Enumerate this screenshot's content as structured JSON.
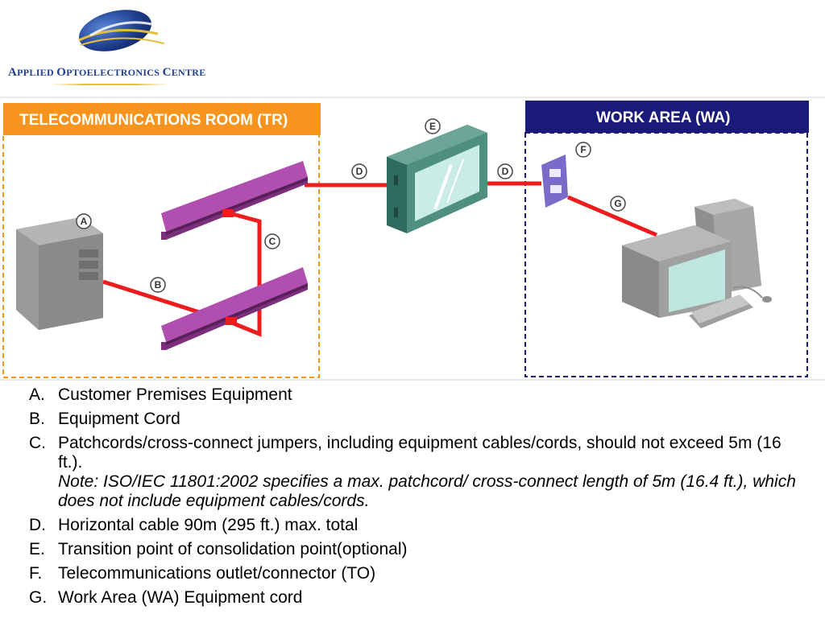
{
  "logo": {
    "name": "Applied Optoelectronics Centre",
    "colors": {
      "navy": "#1f3f8f",
      "gold": "#e6be3c"
    }
  },
  "diagram": {
    "tr_title": "TELECOMMUNICATIONS ROOM (TR)",
    "wa_title": "WORK AREA (WA)",
    "colors": {
      "tr_orange": "#f7941d",
      "wa_navy": "#1a1a7a",
      "cable_red": "#ee1c1c",
      "patch_panel": "#b04fb0",
      "enclosure_green": "#3f7f6f",
      "pc_gray": "#9a9a9a"
    },
    "callouts": {
      "a": "A",
      "b": "B",
      "c": "C",
      "d1": "D",
      "d2": "D",
      "e": "E",
      "f": "F",
      "g": "G"
    }
  },
  "legend": [
    {
      "marker": "A.",
      "text": "Customer Premises Equipment"
    },
    {
      "marker": "B.",
      "text": "Equipment Cord"
    },
    {
      "marker": "C.",
      "text": "Patchcords/cross-connect jumpers, including equipment cables/cords, should not exceed 5m (16 ft.).",
      "note": "Note: ISO/IEC 11801:2002 specifies a max. patchcord/ cross-connect length of 5m (16.4 ft.), which does not include equipment cables/cords."
    },
    {
      "marker": "D.",
      "text": "Horizontal cable 90m (295 ft.) max. total"
    },
    {
      "marker": "E.",
      "text": "Transition point of consolidation point(optional)"
    },
    {
      "marker": "F.",
      "text": "Telecommunications outlet/connector (TO)"
    },
    {
      "marker": "G.",
      "text": "Work Area (WA) Equipment cord"
    }
  ]
}
